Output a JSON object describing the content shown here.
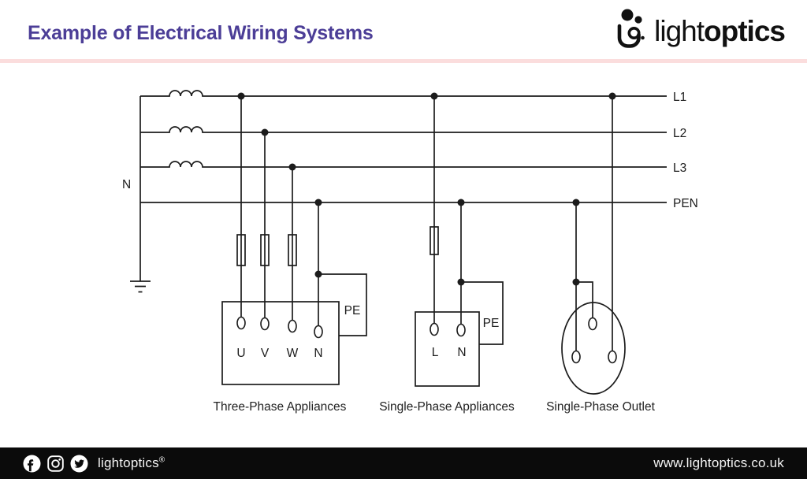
{
  "header": {
    "title": "Example of Electrical Wiring Systems",
    "brand": {
      "light": "light",
      "bold": "optics"
    }
  },
  "colors": {
    "title_purple": "#4c3e97",
    "divider_pink": "#fbdddd",
    "footer_black": "#0b0b0b",
    "diagram_line": "#1c1c1c"
  },
  "diagram": {
    "neutral_label": "N",
    "bus_labels": [
      "L1",
      "L2",
      "L3",
      "PEN"
    ],
    "three_phase": {
      "pe_label": "PE",
      "terminals": [
        "U",
        "V",
        "W",
        "N"
      ],
      "caption": "Three-Phase Appliances"
    },
    "single_phase": {
      "pe_label": "PE",
      "terminals": [
        "L",
        "N"
      ],
      "caption": "Single-Phase Appliances"
    },
    "outlet": {
      "caption": "Single-Phase Outlet"
    }
  },
  "footer": {
    "social_icons": [
      "facebook-icon",
      "instagram-icon",
      "twitter-icon"
    ],
    "brand": "lightoptics",
    "registered_mark": "®",
    "website": "www.lightoptics.co.uk"
  }
}
